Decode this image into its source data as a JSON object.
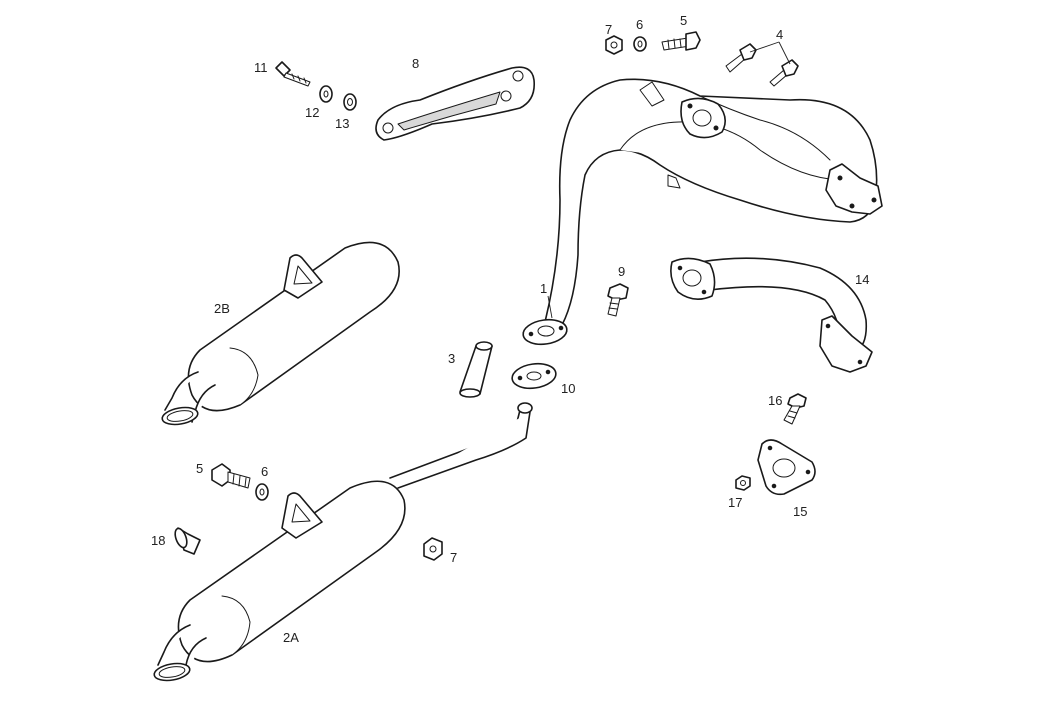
{
  "labels": {
    "l1": "1",
    "l2a": "2A",
    "l2b": "2B",
    "l3": "3",
    "l4": "4",
    "l5_top": "5",
    "l5_low": "5",
    "l6_top": "6",
    "l6_low": "6",
    "l7_top": "7",
    "l7_low": "7",
    "l8": "8",
    "l9": "9",
    "l10": "10",
    "l11": "11",
    "l12": "12",
    "l13": "13",
    "l14": "14",
    "l15": "15",
    "l16": "16",
    "l17": "17",
    "l18": "18"
  }
}
